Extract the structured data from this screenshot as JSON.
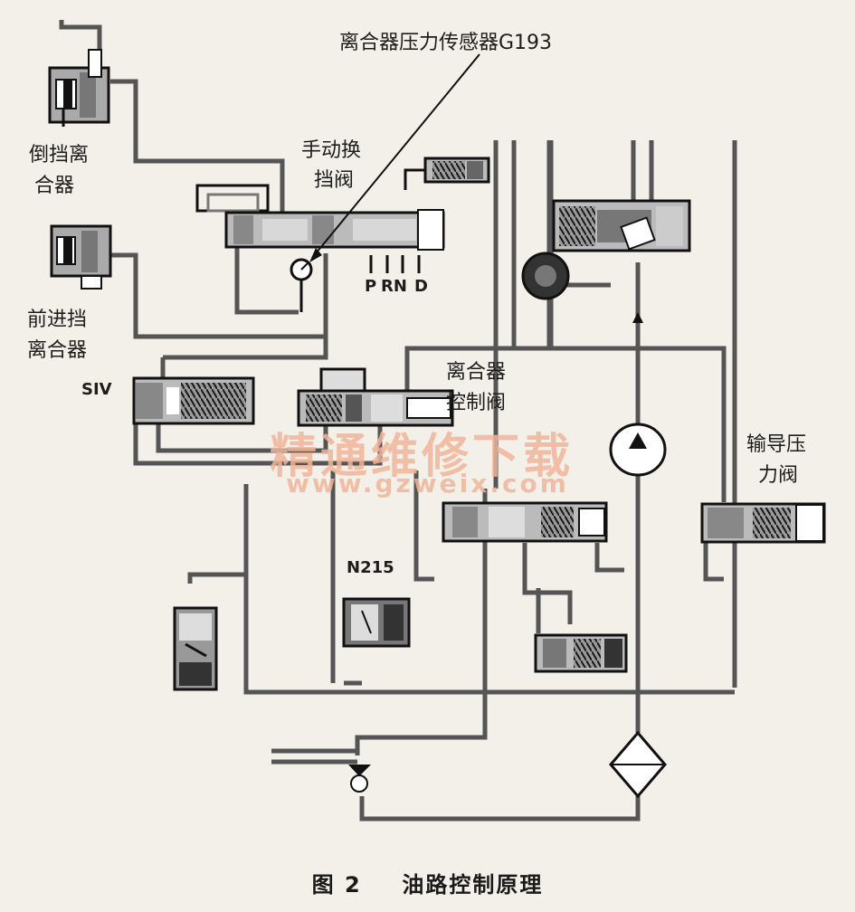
{
  "labels": {
    "sensor": "离合器压力传感器G193",
    "reverse_clutch_1": "倒挡离",
    "reverse_clutch_2": "合器",
    "manual_valve_1": "手动换",
    "manual_valve_2": "挡阀",
    "forward_clutch_1": "前进挡",
    "forward_clutch_2": "离合器",
    "siv": "SIV",
    "clutch_ctrl_1": "离合器",
    "clutch_ctrl_2": "控制阀",
    "pilot_valve_1": "输导压",
    "pilot_valve_2": "力阀",
    "n215": "N215",
    "gear_p": "P",
    "gear_rn": "RN",
    "gear_d": "D"
  },
  "watermark": {
    "cn": "精通维修下载",
    "url": "www.gzweix.com"
  },
  "caption": {
    "fig": "图 2",
    "title": "油路控制原理"
  }
}
